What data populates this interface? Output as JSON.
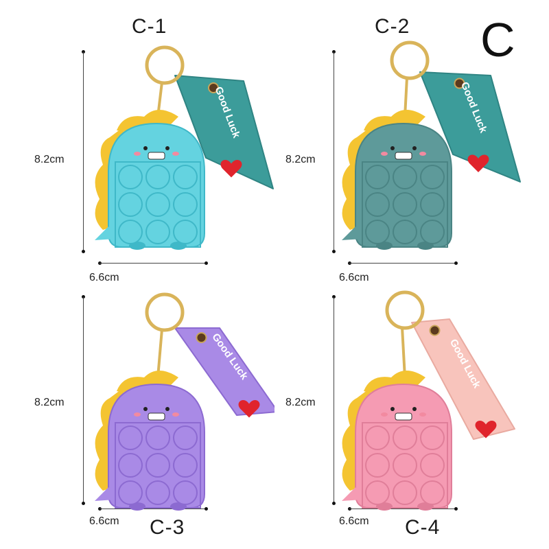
{
  "set_label": "C",
  "variants": [
    {
      "code": "C-1",
      "height": "8.2cm",
      "width": "6.6cm",
      "body_color": "#64d3e0",
      "body_dark": "#3fb8c8",
      "strap_color": "#3c9c9a",
      "strap_dark": "#2f8483"
    },
    {
      "code": "C-2",
      "height": "8.2cm",
      "width": "6.6cm",
      "body_color": "#5e9a9a",
      "body_dark": "#4a8484",
      "strap_color": "#3c9c9a",
      "strap_dark": "#2f8483"
    },
    {
      "code": "C-3",
      "height": "8.2cm",
      "width": "6.6cm",
      "body_color": "#a98ae6",
      "body_dark": "#8c6ad1",
      "strap_color": "#a98ae6",
      "strap_dark": "#8c6ad1"
    },
    {
      "code": "C-4",
      "height": "8.2cm",
      "width": "6.6cm",
      "body_color": "#f59bb3",
      "body_dark": "#e07e99",
      "strap_color": "#f8c4bc",
      "strap_dark": "#e9aaa0"
    }
  ],
  "strap_text": "Good Luck",
  "spike_color": "#f4c431",
  "ring_color": "#d9b45a"
}
